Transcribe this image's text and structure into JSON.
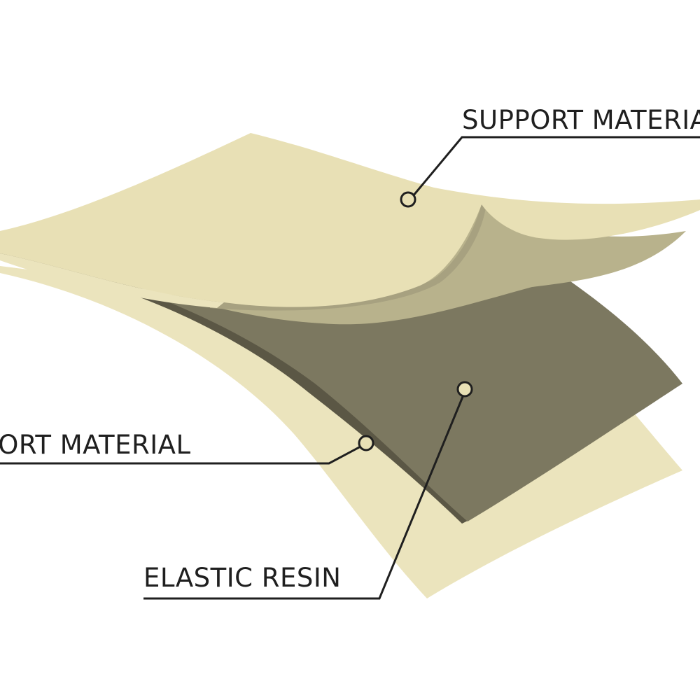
{
  "labels": {
    "top": "SUPPORT MATERIAL",
    "middle": "SUPPORT MATERIAL",
    "bottom": "ELASTIC RESIN"
  },
  "colors": {
    "support_light": "#e8e0b5",
    "support_bottom": "#ebe4bd",
    "support_curl_shadow": "#b8b28c",
    "support_curl_edge": "#a7a180",
    "resin_face": "#7c7860",
    "resin_edge": "#5b5745",
    "line": "#1f1f1f",
    "text": "#1f1f1f"
  }
}
